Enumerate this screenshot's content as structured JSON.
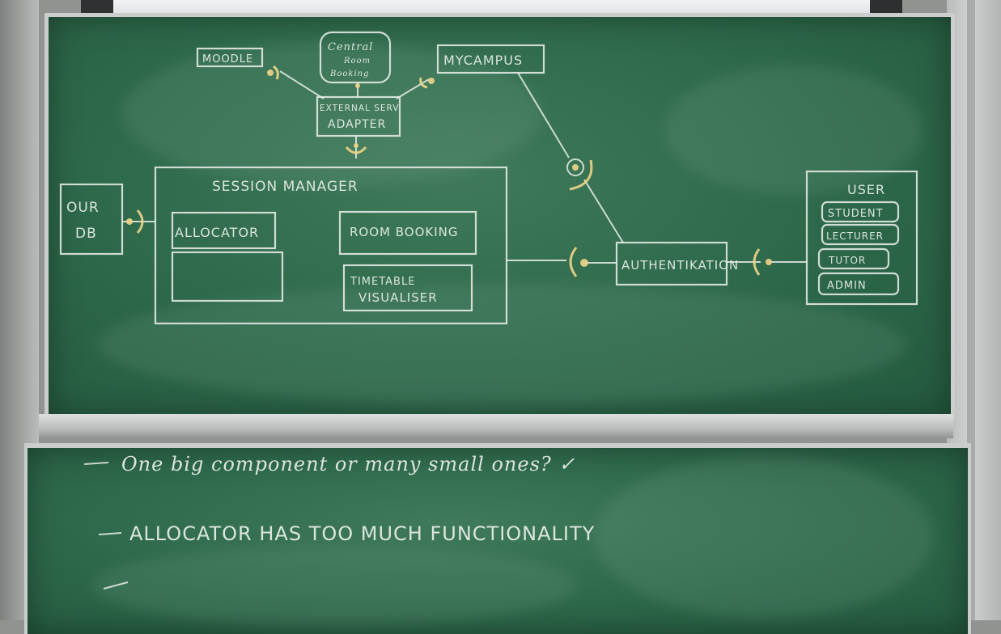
{
  "diagram": {
    "external_systems": {
      "moodle": "MOODLE",
      "central_room_booking": [
        "Central",
        "Room",
        "Booking"
      ],
      "mycampus": "MYCAMPUS"
    },
    "adapter": [
      "EXTERNAL SERV",
      "ADAPTER"
    ],
    "session_manager": "SESSION MANAGER",
    "allocator": "ALLOCATOR",
    "room_booking": "ROOM BOOKING",
    "timetable_visualiser": [
      "TIMETABLE",
      "VISUALISER"
    ],
    "our_db": [
      "OUR",
      "DB"
    ],
    "authentication": "AUTHENTIKATION",
    "user": {
      "title": "USER",
      "roles": [
        "STUDENT",
        "LECTURER",
        "TUTOR",
        "ADMIN"
      ]
    }
  },
  "notes": [
    "One big component or many small ones? ✓",
    "ALLOCATOR HAS TOO MUCH FUNCTIONALITY"
  ]
}
